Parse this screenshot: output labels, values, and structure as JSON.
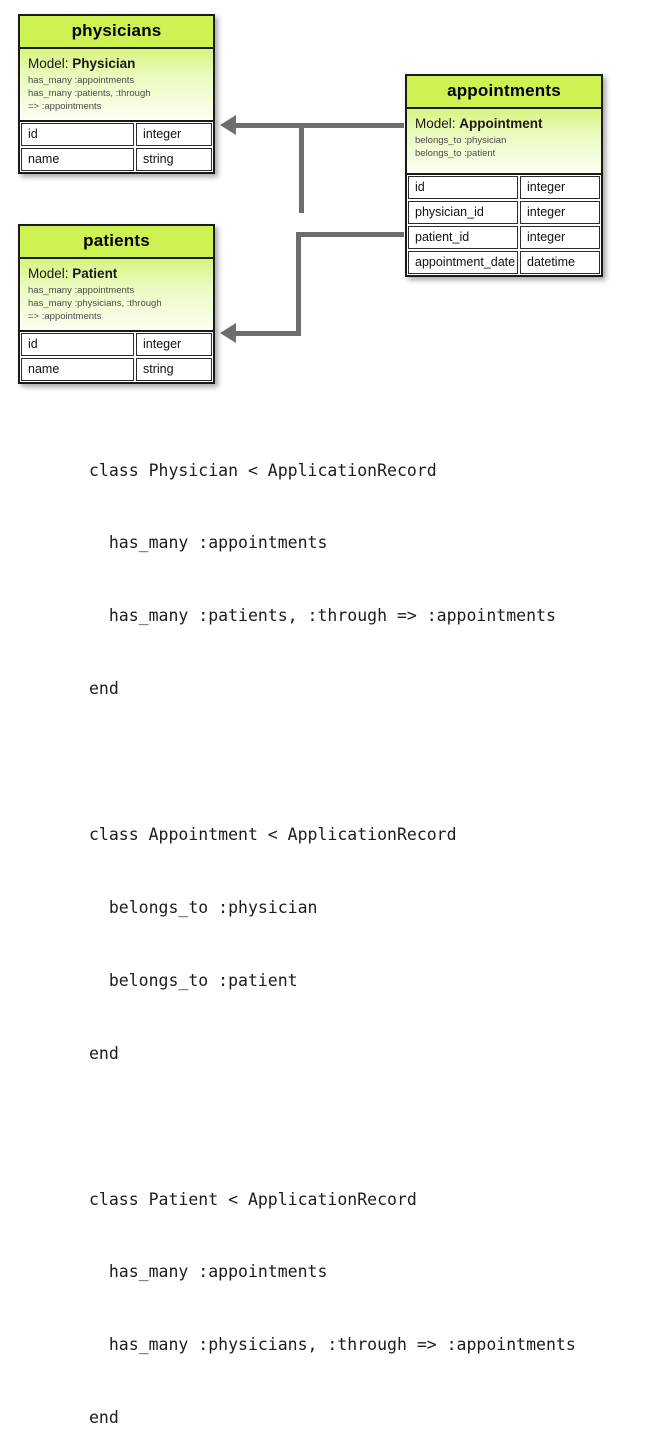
{
  "diagram": {
    "title_style": "rails-er-diagram",
    "accent_header_color": "#cdf252",
    "connector_color": "#6d6d6d",
    "tables": [
      {
        "id": "physicians",
        "title": "physicians",
        "model_label": "Model:",
        "model_name": "Physician",
        "associations": [
          "has_many :appointments",
          "has_many :patients, :through",
          "=> :appointments"
        ],
        "columns": [
          {
            "name": "id",
            "type": "integer"
          },
          {
            "name": "name",
            "type": "string"
          }
        ]
      },
      {
        "id": "patients",
        "title": "patients",
        "model_label": "Model:",
        "model_name": "Patient",
        "associations": [
          "has_many :appointments",
          "has_many :physicians, :through",
          "=> :appointments"
        ],
        "columns": [
          {
            "name": "id",
            "type": "integer"
          },
          {
            "name": "name",
            "type": "string"
          }
        ]
      },
      {
        "id": "appointments",
        "title": "appointments",
        "model_label": "Model:",
        "model_name": "Appointment",
        "associations": [
          "belongs_to :physician",
          "belongs_to :patient"
        ],
        "columns": [
          {
            "name": "id",
            "type": "integer"
          },
          {
            "name": "physician_id",
            "type": "integer"
          },
          {
            "name": "patient_id",
            "type": "integer"
          },
          {
            "name": "appointment_date",
            "type": "datetime"
          }
        ]
      }
    ]
  },
  "code": {
    "language": "ruby",
    "lines": [
      "class Physician < ApplicationRecord",
      "  has_many :appointments",
      "  has_many :patients, :through => :appointments",
      "end",
      "",
      "class Appointment < ApplicationRecord",
      "  belongs_to :physician",
      "  belongs_to :patient",
      "end",
      "",
      "class Patient < ApplicationRecord",
      "  has_many :appointments",
      "  has_many :physicians, :through => :appointments",
      "end"
    ]
  }
}
